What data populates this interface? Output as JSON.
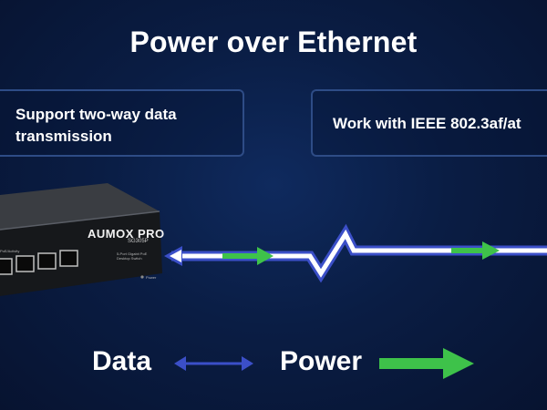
{
  "title": "Power over Ethernet",
  "features": [
    {
      "text": "Support two-way data transmission"
    },
    {
      "text": "Work with IEEE 802.3af/at"
    }
  ],
  "device": {
    "brand": "AUMOX PRO",
    "model": "SG305P",
    "description": "5-Port Gigabit PoE Desktop Switch",
    "port_label": "PoE/Activity",
    "power_label": "Power"
  },
  "legend": {
    "data_label": "Data",
    "power_label": "Power"
  },
  "colors": {
    "data_arrow": "#3b4fc8",
    "power_arrow": "#3ec24a",
    "cable": "#ffffff"
  }
}
